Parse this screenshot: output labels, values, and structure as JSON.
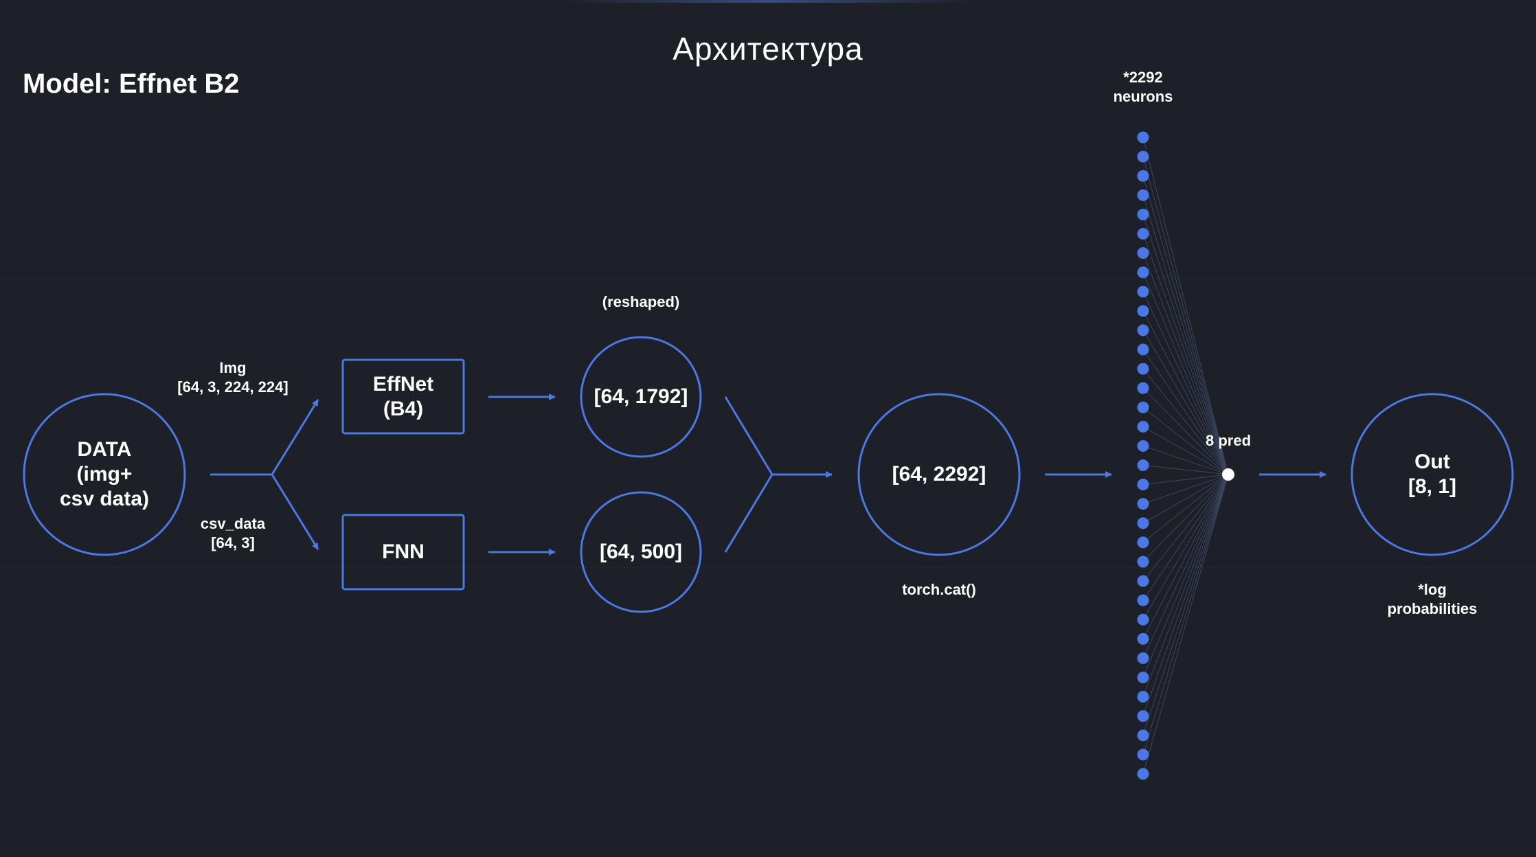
{
  "title": "Архитектура",
  "model_title": "Model: Effnet B2",
  "accent_color": "#4a78e6",
  "background_color": "#1e2027",
  "nodes": {
    "data": "DATA\n(img+\ncsv data)",
    "effnet": "EffNet\n(B4)",
    "fnn": "FNN",
    "img_features": "[64, 1792]",
    "csv_features": "[64, 500]",
    "concat": "[64, 2292]",
    "out": "Out\n[8, 1]"
  },
  "edge_labels": {
    "img": "Img\n[64, 3, 224, 224]",
    "csv": "csv_data\n[64, 3]"
  },
  "annotations": {
    "reshaped": "(reshaped)",
    "torch_cat": "torch.cat()",
    "neurons": "*2292\nneurons",
    "pred": "8 pred",
    "log_prob": "*log\nprobabilities"
  },
  "neuron_column": {
    "dot_count": 34
  }
}
